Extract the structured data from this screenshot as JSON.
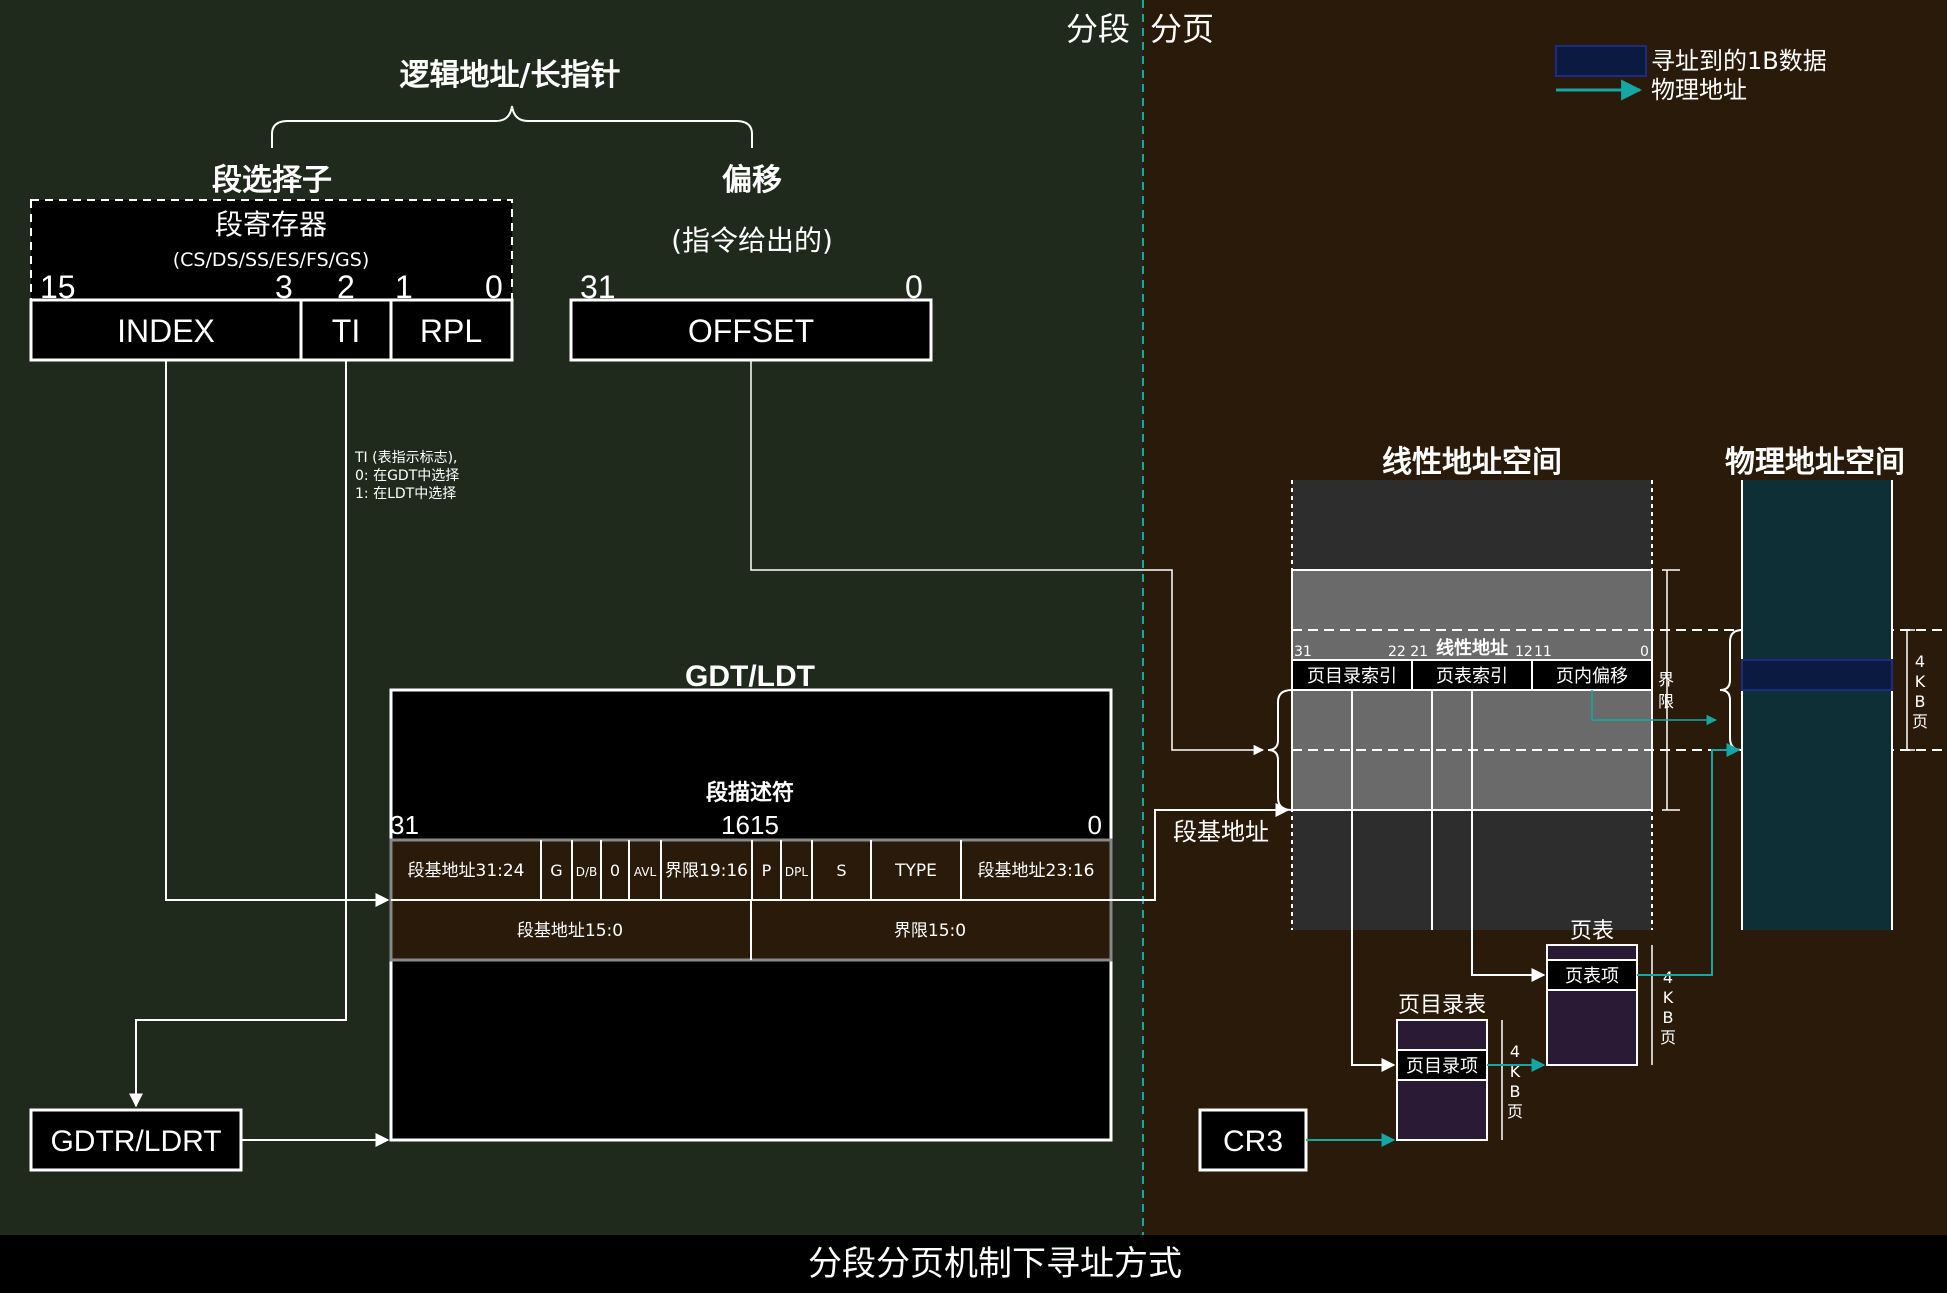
{
  "section_left": "分段",
  "section_right": "分页",
  "footer": "分段分页机制下寻址方式",
  "legend": {
    "data_box": "寻址到的1B数据",
    "phys_arrow": "物理地址",
    "colors": {
      "data_box": "#0b1a40",
      "phys_arrow": "#14a7a3"
    }
  },
  "logical": {
    "title": "逻辑地址/长指针",
    "selector_title": "段选择子",
    "offset_title": "偏移",
    "offset_sub": "(指令给出的)",
    "segreg_title": "段寄存器",
    "segreg_list": "(CS/DS/SS/ES/FS/GS)",
    "bits": {
      "b15": "15",
      "b3": "3",
      "b2": "2",
      "b1": "1",
      "b0": "0",
      "o31": "31",
      "o0": "0"
    },
    "fields": {
      "index": "INDEX",
      "ti": "TI",
      "rpl": "RPL",
      "offset": "OFFSET"
    },
    "ti_note": [
      "TI (表指示标志),",
      "0: 在GDT中选择",
      "1: 在LDT中选择"
    ]
  },
  "gdt": {
    "title": "GDT/LDT",
    "descriptor_title": "段描述符",
    "bit31": "31",
    "bit16_15": "1615",
    "bit0": "0",
    "row1": [
      "段基地址31:24",
      "G",
      "D/B",
      "0",
      "AVL",
      "界限19:16",
      "P",
      "DPL",
      "S",
      "TYPE",
      "段基地址23:16"
    ],
    "row2": [
      "段基地址15:0",
      "界限15:0"
    ]
  },
  "gdtr": "GDTR/LDRT",
  "seg_base_label": "段基地址",
  "linear": {
    "title": "线性地址空间",
    "label": "线性地址",
    "bits": {
      "b31": "31",
      "b2221": "22 21",
      "b12": "12",
      "b11": "11",
      "b0": "0"
    },
    "fields": [
      "页目录索引",
      "页表索引",
      "页内偏移"
    ],
    "limit": [
      "界",
      "限"
    ]
  },
  "physical": {
    "title": "物理地址空间",
    "page": [
      "4",
      "K",
      "B",
      "页"
    ]
  },
  "page_table": {
    "title": "页表",
    "entry": "页表项",
    "page": [
      "4",
      "K",
      "B",
      "页"
    ]
  },
  "page_dir": {
    "title": "页目录表",
    "entry": "页目录项",
    "page": [
      "4",
      "K",
      "B",
      "页"
    ]
  },
  "cr3": "CR3"
}
